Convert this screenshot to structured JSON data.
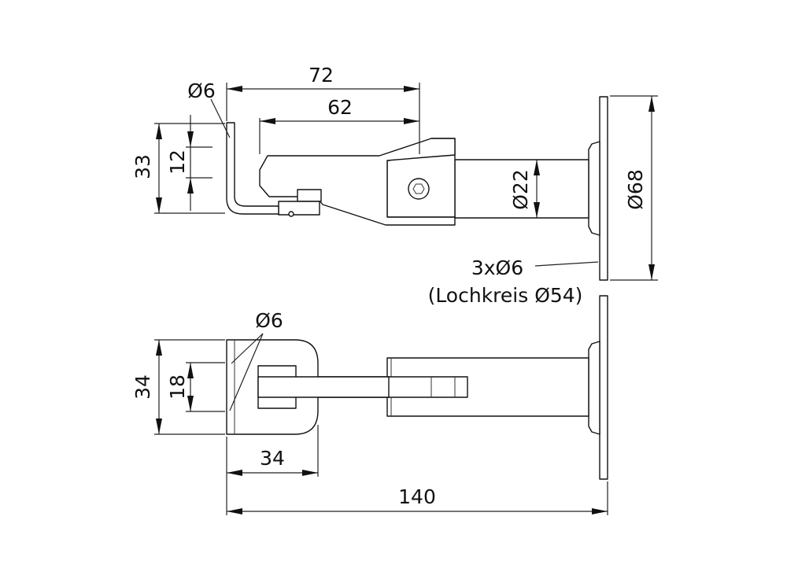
{
  "drawing": {
    "top_view": {
      "dim_overall_length": "72",
      "dim_inner_length": "62",
      "dim_hole_top": "Ø6",
      "dim_height_outer": "33",
      "dim_height_inner": "12",
      "dim_tube": "Ø22",
      "dim_plate": "Ø68",
      "note_holes": "3xØ6",
      "note_circle": "(Lochkreis Ø54)"
    },
    "bottom_view": {
      "dim_hole": "Ø6",
      "dim_height_outer": "34",
      "dim_height_inner": "18",
      "dim_width": "34",
      "dim_total_length": "140"
    }
  }
}
